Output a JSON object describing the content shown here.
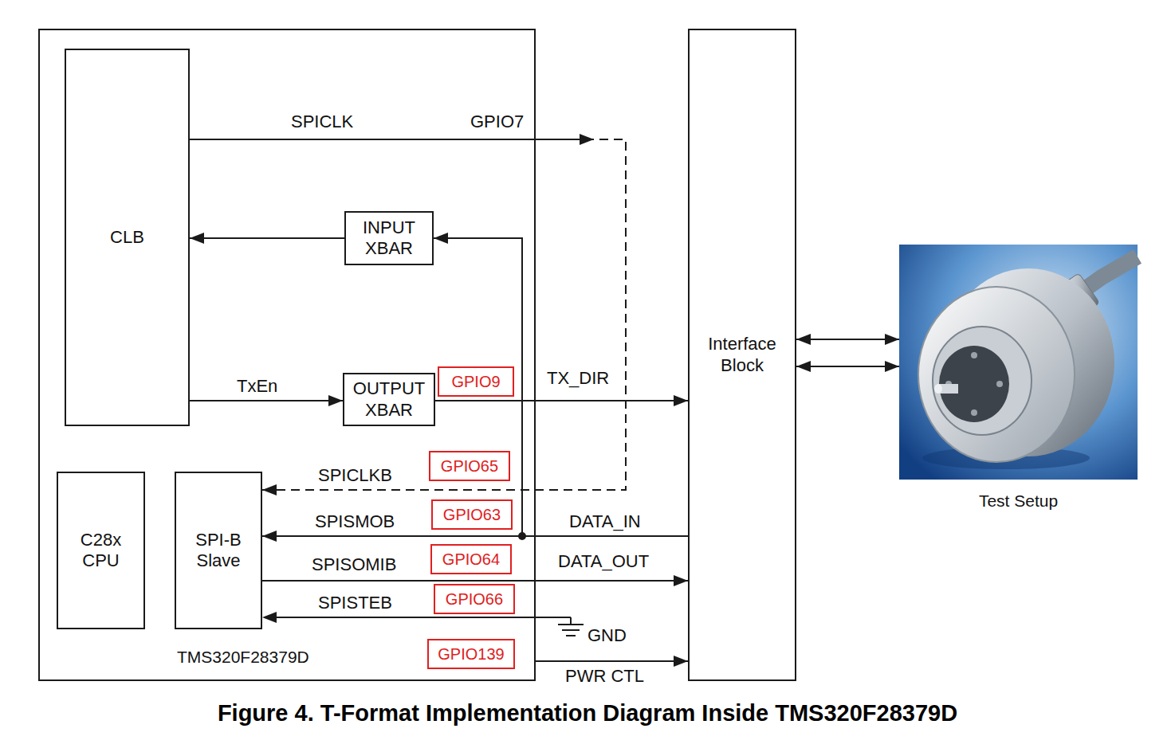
{
  "diagram": {
    "caption": "Figure 4. T-Format Implementation Diagram Inside TMS320F28379D",
    "nodes": [
      {
        "text": [
          "TMS320F28379D"
        ]
      },
      {
        "text": [
          "CLB"
        ],
        "in": 0
      },
      {
        "text": [
          "INPUT XBAR"
        ],
        "in": 0
      },
      {
        "text": [
          "OUTPUT XBAR"
        ],
        "in": 0
      },
      {
        "text": [
          "C28x CPU"
        ],
        "in": 0
      },
      {
        "text": [
          "SPI-B Slave"
        ],
        "in": 0
      },
      {
        "text": [
          "GPIO9"
        ],
        "in": 0
      },
      {
        "text": [
          "GPIO65"
        ],
        "in": 0
      },
      {
        "text": [
          "GPIO63"
        ],
        "in": 0
      },
      {
        "text": [
          "GPIO64"
        ],
        "in": 0
      },
      {
        "text": [
          "GPIO66"
        ],
        "in": 0
      },
      {
        "text": [
          "GPIO139"
        ],
        "in": 0
      },
      {
        "text": [
          "Interface Block"
        ]
      },
      {
        "text": [
          "Test Setup"
        ]
      }
    ],
    "edges": [
      {
        "from": 1,
        "to": 5,
        "label": "SPICLK",
        "arrow": "to"
      },
      {
        "from": 2,
        "to": 1,
        "arrow": "to"
      },
      {
        "from": 12,
        "to": 2,
        "arrow": "to"
      },
      {
        "from": 12,
        "to": 5,
        "label": "DATA_IN",
        "arrow": "to"
      },
      {
        "from": 1,
        "to": 3,
        "label": "TxEn",
        "arrow": "to"
      },
      {
        "from": 3,
        "to": 12,
        "label": "TX_DIR",
        "arrow": "to"
      },
      {
        "from": 5,
        "to": 12,
        "label": "DATA_OUT",
        "arrow": "to"
      },
      {
        "from": 0,
        "to": 12,
        "label": "PWR CTL",
        "arrow": "to"
      },
      {
        "from": 12,
        "to": 13,
        "arrow": "both"
      },
      {
        "from": 12,
        "to": 13,
        "arrow": "both"
      }
    ],
    "labels": [
      "GPIO7",
      "SPICLKB",
      "SPISMOB",
      "SPISOMIB",
      "SPISTEB",
      "GND"
    ]
  }
}
